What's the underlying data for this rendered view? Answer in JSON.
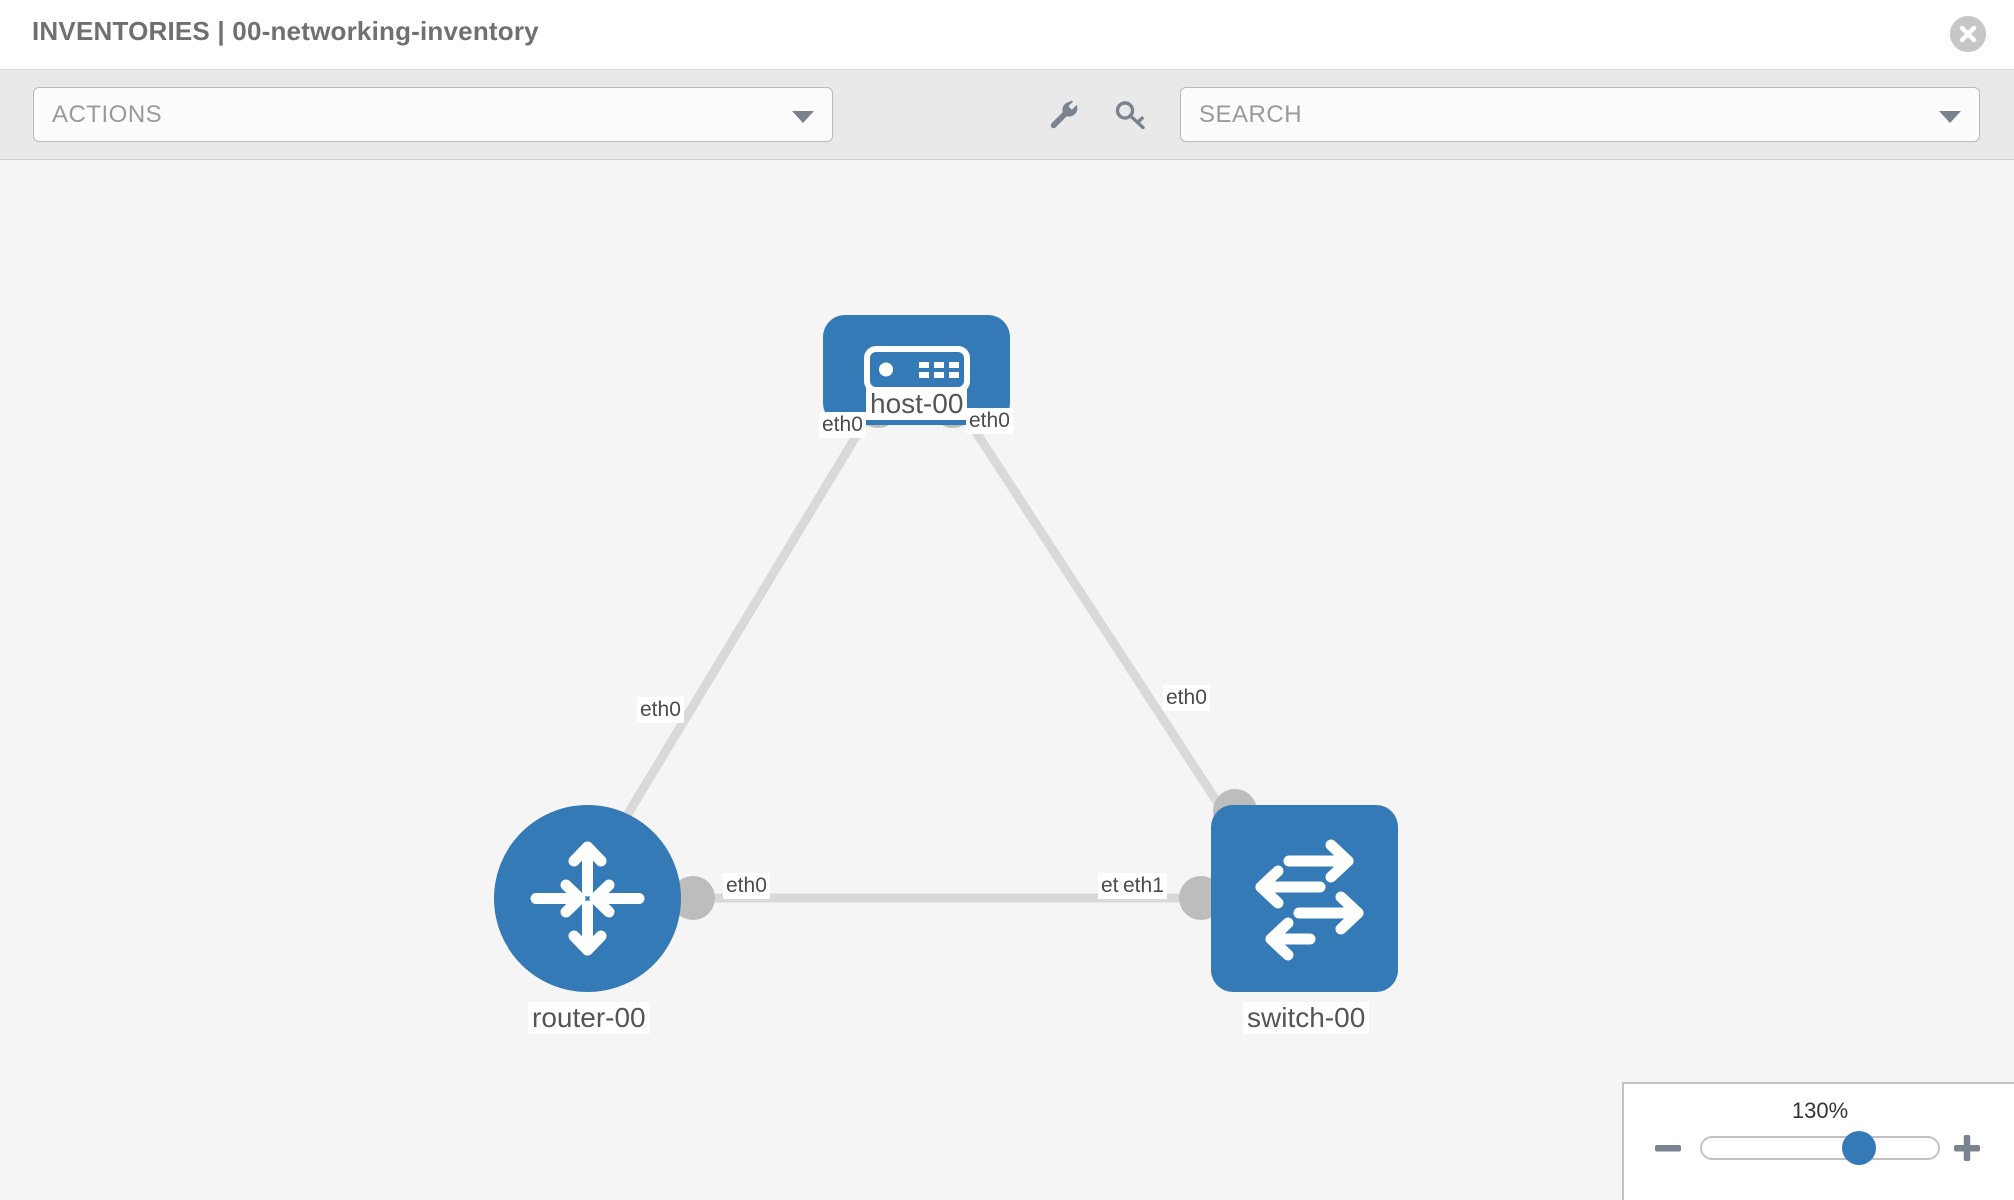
{
  "header": {
    "title": "INVENTORIES | 00-networking-inventory",
    "close_icon": "close-circle-icon"
  },
  "toolbar": {
    "actions_label": "ACTIONS",
    "actions_caret_icon": "chevron-down-icon",
    "wrench_icon": "wrench-icon",
    "key_icon": "key-icon",
    "search_placeholder": "SEARCH",
    "search_value": "",
    "search_caret_icon": "chevron-down-icon"
  },
  "topology": {
    "nodes": [
      {
        "id": "host-00",
        "label": "host-00",
        "icon": "server-icon",
        "shape": "rounded-rect",
        "color": "#337ab7"
      },
      {
        "id": "router-00",
        "label": "router-00",
        "icon": "router-icon",
        "shape": "circle",
        "color": "#337ab7"
      },
      {
        "id": "switch-00",
        "label": "switch-00",
        "icon": "switch-icon",
        "shape": "rounded-square",
        "color": "#337ab7"
      }
    ],
    "edge_labels": {
      "host_left": "eth0",
      "host_right": "eth0",
      "router_upper": "eth0",
      "switch_upper": "eth0",
      "router_right": "eth0",
      "switch_left_under": "eth",
      "switch_left": "eth1"
    },
    "edge_color": "#d9d9d9",
    "connector_color": "#bdbdbd",
    "canvas_background": "#f5f5f5"
  },
  "zoom_control": {
    "value_label": "130%",
    "minus_icon": "minus-icon",
    "plus_icon": "plus-icon",
    "slider_position_pct": 65,
    "thumb_color": "#337ab7"
  }
}
